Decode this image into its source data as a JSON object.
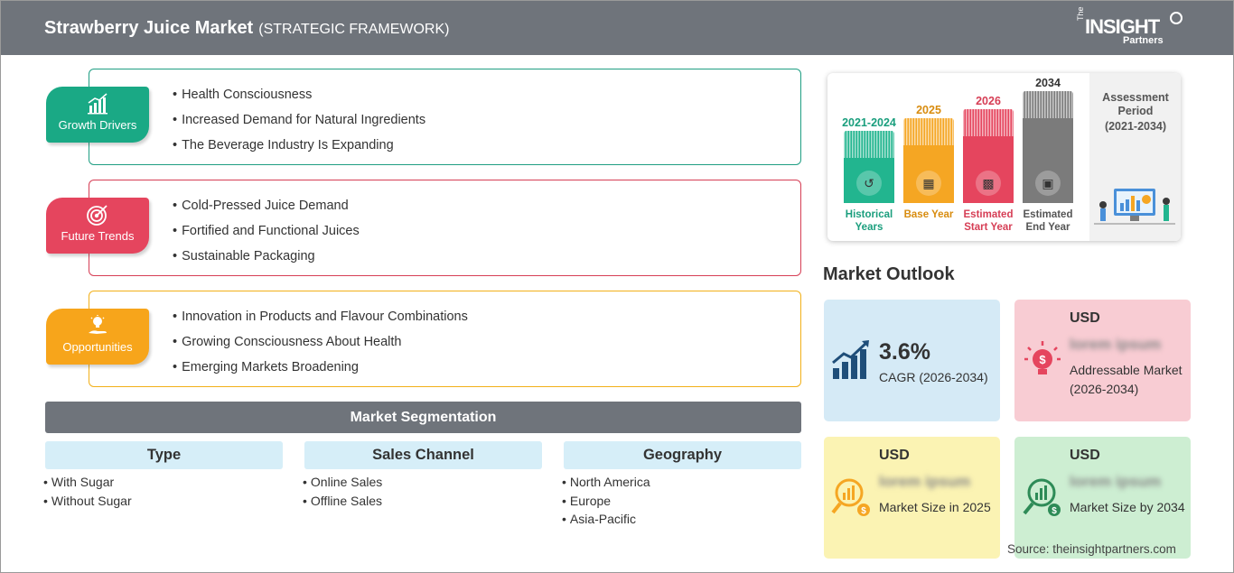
{
  "header": {
    "title": "Strawberry Juice Market",
    "subtitle": "(STRATEGIC FRAMEWORK)",
    "logo_the": "The",
    "logo_main": "INSIGHT",
    "logo_sub": "Partners"
  },
  "drivers": {
    "growth": {
      "label": "Growth Drivers",
      "items": [
        "Health Consciousness",
        "Increased Demand for Natural Ingredients",
        "The Beverage Industry Is Expanding"
      ]
    },
    "trends": {
      "label": "Future Trends",
      "items": [
        "Cold-Pressed Juice Demand",
        "Fortified and Functional Juices",
        "Sustainable Packaging"
      ]
    },
    "opportunities": {
      "label": "Opportunities",
      "items": [
        "Innovation in Products and Flavour Combinations",
        "Growing Consciousness About Health",
        "Emerging Markets Broadening"
      ]
    }
  },
  "segmentation": {
    "title": "Market Segmentation",
    "type": {
      "header": "Type",
      "items": [
        "With Sugar",
        "Without Sugar"
      ]
    },
    "sales": {
      "header": "Sales Channel",
      "items": [
        "Online Sales",
        "Offline Sales"
      ]
    },
    "geo": {
      "header": "Geography",
      "items": [
        "North America",
        "Europe",
        "Asia-Pacific"
      ]
    }
  },
  "assessment": {
    "historical": {
      "year": "2021-2024",
      "label": "Historical Years",
      "color": "#22b58f"
    },
    "base": {
      "year": "2025",
      "label": "Base Year",
      "color": "#f5a623"
    },
    "start": {
      "year": "2026",
      "label": "Estimated Start Year",
      "color": "#e5455e"
    },
    "end": {
      "year": "2034",
      "label": "Estimated End Year",
      "color": "#7b7b7b"
    },
    "side_label": "Assessment Period",
    "side_period": "(2021-2034)"
  },
  "outlook": {
    "title": "Market Outlook",
    "cagr": {
      "value": "3.6%",
      "desc": "CAGR (2026-2034)"
    },
    "addressable": {
      "currency": "USD",
      "value": "lorem ipsum",
      "desc": "Addressable Market (2026-2034)"
    },
    "size2025": {
      "currency": "USD",
      "value": "lorem ipsum",
      "desc": "Market Size in 2025"
    },
    "size2034": {
      "currency": "USD",
      "value": "lorem ipsum",
      "desc": "Market Size by 2034"
    }
  },
  "source": "Source: theinsightpartners.com"
}
